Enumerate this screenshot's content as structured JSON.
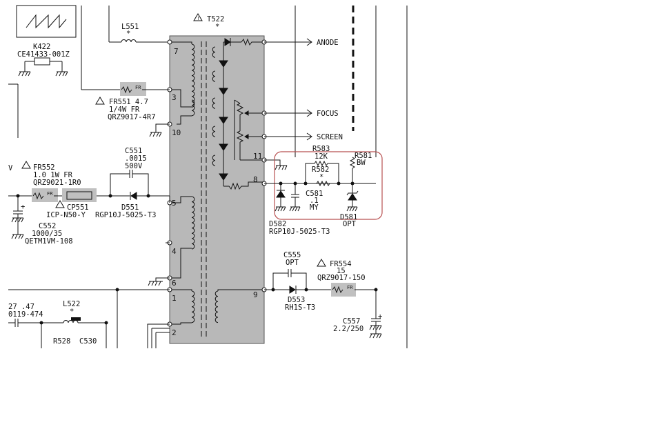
{
  "labels": {
    "k422_name": "K422",
    "k422_part": "CE41433-001Z",
    "l551_name": "L551",
    "l551_star": "*",
    "t522_name": "T522",
    "t522_star": "*",
    "fr551_line1": "FR551 4.7",
    "fr551_line2": "1/4W FR",
    "fr551_part": "QRZ9017-4R7",
    "fr_tag": "FR",
    "v_mark": "V",
    "fr552_line1": "FR552",
    "fr552_line2": "1.0 1W FR",
    "fr552_part": "QRZ9021-1R0",
    "c551_name": "C551",
    "c551_val": ".0015",
    "c551_volt": "500V",
    "cp551_name": "CP551",
    "cp551_part": "ICP-N50-Y",
    "d551_name": "D551",
    "d551_part": "RGP10J-5025-T3",
    "c552_name": "C552",
    "c552_val": "1000/35",
    "c552_part": "QETM1VM-108",
    "r583_name": "R583",
    "r583_val": "12K",
    "r582_name": "R582",
    "r582_star": "*",
    "r581_name": "R581",
    "r581_val": "BW",
    "c581_name": "C581",
    "c581_val": ".1",
    "c581_type": "MY",
    "d582_name": "D582",
    "d582_part": "RGP10J-5025-T3",
    "d581_name": "D581",
    "d581_opt": "OPT",
    "c555_name": "C555",
    "c555_opt": "OPT",
    "fr554_name": "FR554",
    "fr554_val": "15",
    "fr554_part": "QRZ9017-150",
    "d553_name": "D553",
    "d553_part": "RH1S-T3",
    "c557_name": "C557",
    "c557_val": "2.2/250",
    "l522_name": "L522",
    "l522_star": "*",
    "left_val1": "27 .47",
    "left_val2": "0119-474",
    "r528_name": "R528",
    "c530_name": "C530",
    "plus_sign": "+"
  },
  "nets": {
    "anode": "ANODE",
    "focus": "FOCUS",
    "screen": "SCREEN"
  },
  "pins": [
    "7",
    "3",
    "10",
    "5",
    "4",
    "6",
    "1",
    "2",
    "11",
    "8",
    "9"
  ],
  "colors": {
    "transformer_fill": "#b8b8b8",
    "part_highlight": "#c0c0c0",
    "highlight_box": "#b85050",
    "wire": "#111111"
  }
}
